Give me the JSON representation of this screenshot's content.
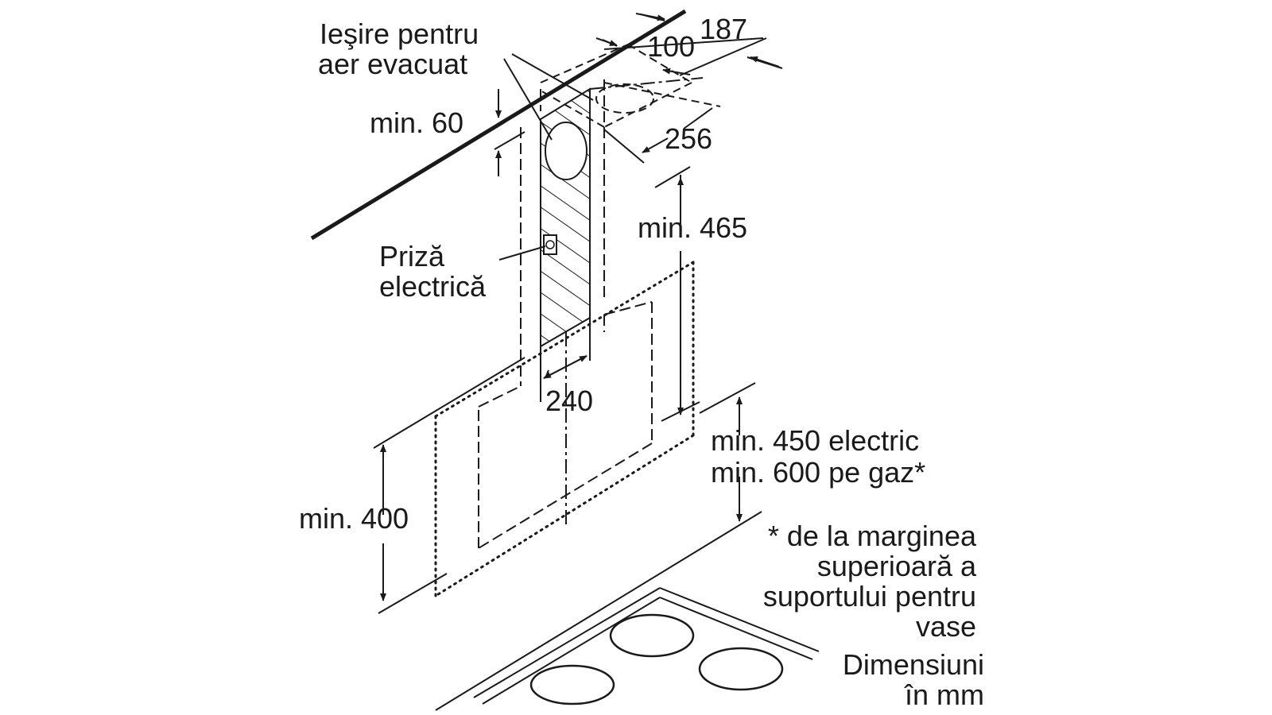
{
  "labels": {
    "exhaust_outlet_line1": "Ieşire pentru",
    "exhaust_outlet_line2": "aer evacuat",
    "min_60": "min. 60",
    "dim_187": "187",
    "dim_100": "100",
    "dim_256": "256",
    "min_465": "min. 465",
    "socket_line1": "Priză",
    "socket_line2": "electrică",
    "dim_240": "240",
    "min_450_electric": "min. 450 electric",
    "min_600_gas": "min. 600 pe gaz*",
    "min_400": "min. 400",
    "footnote_line1": "* de la marginea",
    "footnote_line2": "superioară a",
    "footnote_line3": "suportului pentru",
    "footnote_line4": "vase",
    "units_line1": "Dimensiuni",
    "units_line2": "în mm"
  },
  "colors": {
    "line": "#1a1a1a",
    "background": "#ffffff"
  }
}
